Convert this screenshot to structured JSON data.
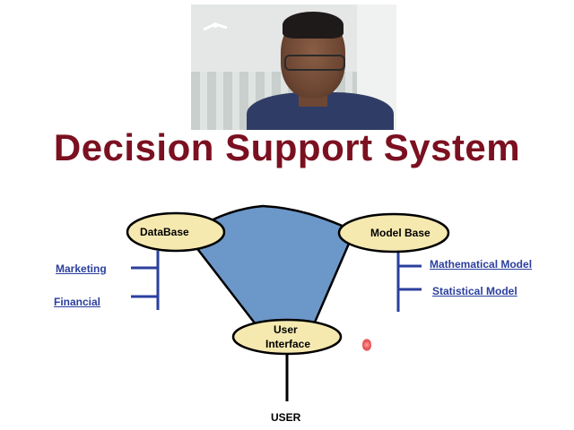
{
  "title": "Decision Support System",
  "diagram": {
    "database": "DataBase",
    "model_base": "Model Base",
    "user_interface_line1": "User",
    "user_interface_line2": "Interface",
    "user": "USER",
    "database_items": [
      "Marketing",
      "Financial"
    ],
    "model_items": [
      "Mathematical Model",
      "Statistical Model"
    ]
  },
  "colors": {
    "title": "#7b1020",
    "node_fill": "#f6e9b0",
    "funnel_fill": "#6c97c9",
    "branch": "#2b3f9e",
    "link": "#2b3f9e"
  },
  "icons": [
    "webcam-feed"
  ]
}
